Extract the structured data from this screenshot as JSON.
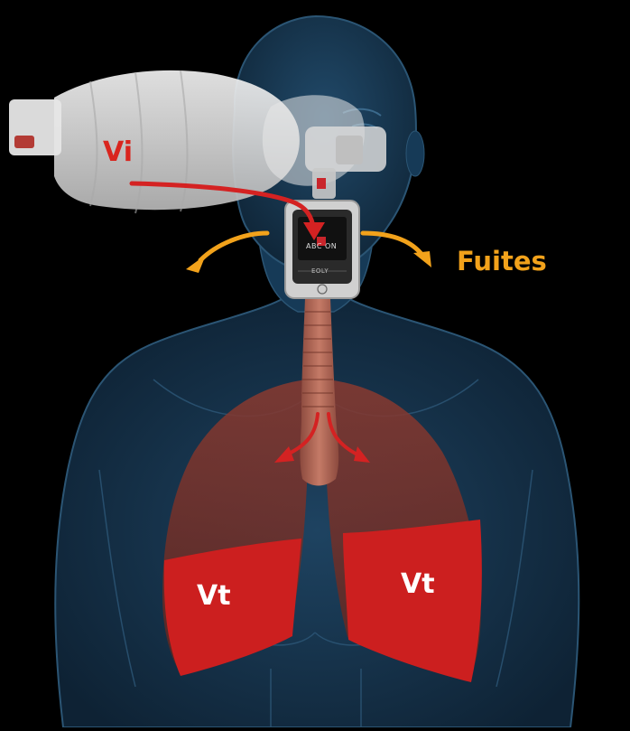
{
  "labels": {
    "inspired_volume": "Vi",
    "leaks": "Fuites",
    "tidal_volume_left": "Vt",
    "tidal_volume_right": "Vt"
  },
  "device": {
    "brand": "ABC   ON",
    "model": "EOLY"
  },
  "colors": {
    "background": "#000000",
    "body": "#163047",
    "body_outline": "#2b5574",
    "lung": "#7a2a22",
    "volume_fill": "#cc1f1f",
    "arrow_red": "#d42222",
    "arrow_leak": "#f2a21b",
    "label_red": "#d9251e",
    "label_white": "#ffffff",
    "trachea": "#b06858",
    "bag": "#d8d8d8"
  },
  "icons": [
    "manual-resuscitator-bag-icon",
    "face-mask-icon",
    "ventilation-monitor-icon"
  ]
}
